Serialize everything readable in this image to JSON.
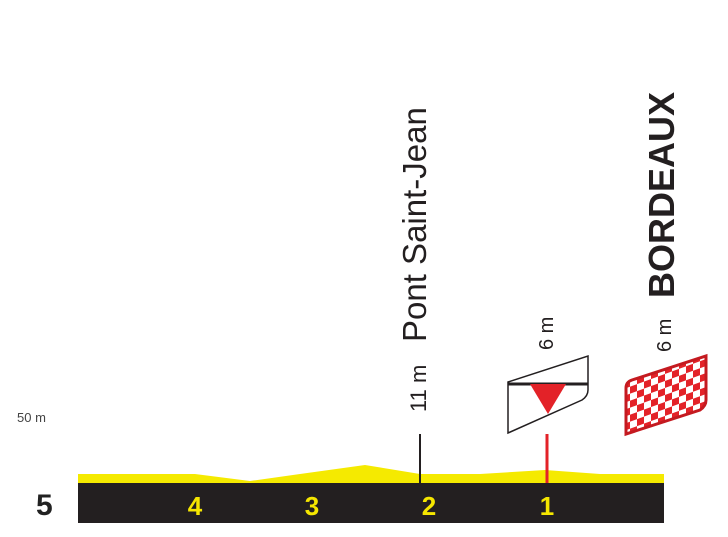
{
  "profile": {
    "altitude_label": "50 m",
    "km_markers": [
      "5",
      "4",
      "3",
      "2",
      "1"
    ],
    "colors": {
      "terrain": "#f5ea00",
      "base": "#231f20",
      "accent": "#e32228"
    },
    "landmarks": [
      {
        "name": "Pont Saint-Jean",
        "altitude": "11 m",
        "km": 2
      },
      {
        "name": "",
        "altitude": "6 m",
        "km": 1,
        "icon": "flamme-rouge-icon"
      },
      {
        "name": "BORDEAUX",
        "altitude": "6 m",
        "km": 0,
        "icon": "finish-flag-icon"
      }
    ]
  },
  "chart_data": {
    "type": "area",
    "x_km_to_go": [
      5,
      4.5,
      4,
      3.5,
      3,
      2.5,
      2,
      1.5,
      1,
      0.5,
      0
    ],
    "elevation_m": [
      8,
      8,
      8,
      5,
      9,
      12,
      11,
      10,
      6,
      6,
      6
    ],
    "ylabel": "50 m"
  }
}
